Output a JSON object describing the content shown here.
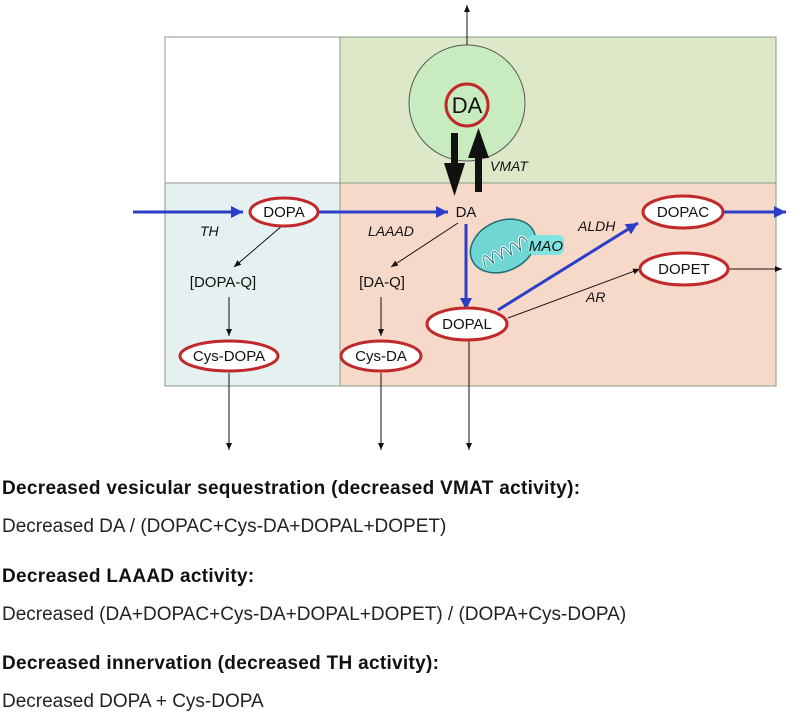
{
  "diagram": {
    "nodes": {
      "da_vesicle": "DA",
      "dopa": "DOPA",
      "da": "DA",
      "dopa_q": "[DOPA-Q]",
      "da_q": "[DA-Q]",
      "cys_dopa": "Cys-DOPA",
      "cys_da": "Cys-DA",
      "dopal": "DOPAL",
      "dopac": "DOPAC",
      "dopet": "DOPET",
      "mao": "MAO"
    },
    "enzymes": {
      "th": "TH",
      "laaad": "LAAAD",
      "vmat": "VMAT",
      "aldh": "ALDH",
      "ar": "AR"
    },
    "colors": {
      "vesicle_region": "#dde8c9",
      "extracellular_region": "#e5f1f1",
      "cytoplasm_region": "#f7d9ca",
      "vesicle": "#c8ecc0",
      "ellipse_stroke": "#c0282a",
      "pathway_arrow": "#2a3ec8",
      "mitochondrion": "#6fd6d3"
    }
  },
  "notes": [
    {
      "heading": "Decreased vesicular sequestration (decreased VMAT activity):",
      "formula": "Decreased DA / (DOPAC+Cys-DA+DOPAL+DOPET)"
    },
    {
      "heading": "Decreased LAAAD activity:",
      "formula": "Decreased (DA+DOPAC+Cys-DA+DOPAL+DOPET)  / (DOPA+Cys-DOPA)"
    },
    {
      "heading": "Decreased innervation (decreased TH activity):",
      "formula": "Decreased DOPA + Cys-DOPA"
    }
  ]
}
